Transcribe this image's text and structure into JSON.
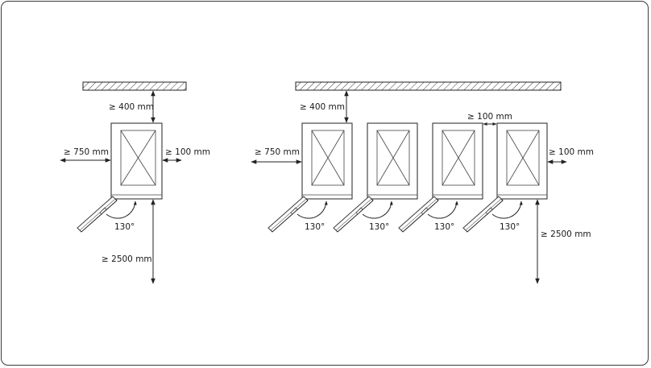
{
  "diagram": {
    "left_unit": {
      "clearance_top": "≥ 400 mm",
      "clearance_left": "≥ 750 mm",
      "clearance_right": "≥ 100 mm",
      "door_angle": "130°",
      "clearance_front": "≥ 2500 mm"
    },
    "right_row": {
      "clearance_top": "≥ 400 mm",
      "clearance_left": "≥ 750 mm",
      "clearance_between": "≥ 100 mm",
      "clearance_right": "≥ 100 mm",
      "door_angles": [
        "130°",
        "130°",
        "130°",
        "130°"
      ],
      "clearance_front": "≥ 2500 mm"
    },
    "colors": {
      "line": "#222222",
      "frame": "#3a3a3a",
      "background": "#ffffff"
    }
  }
}
